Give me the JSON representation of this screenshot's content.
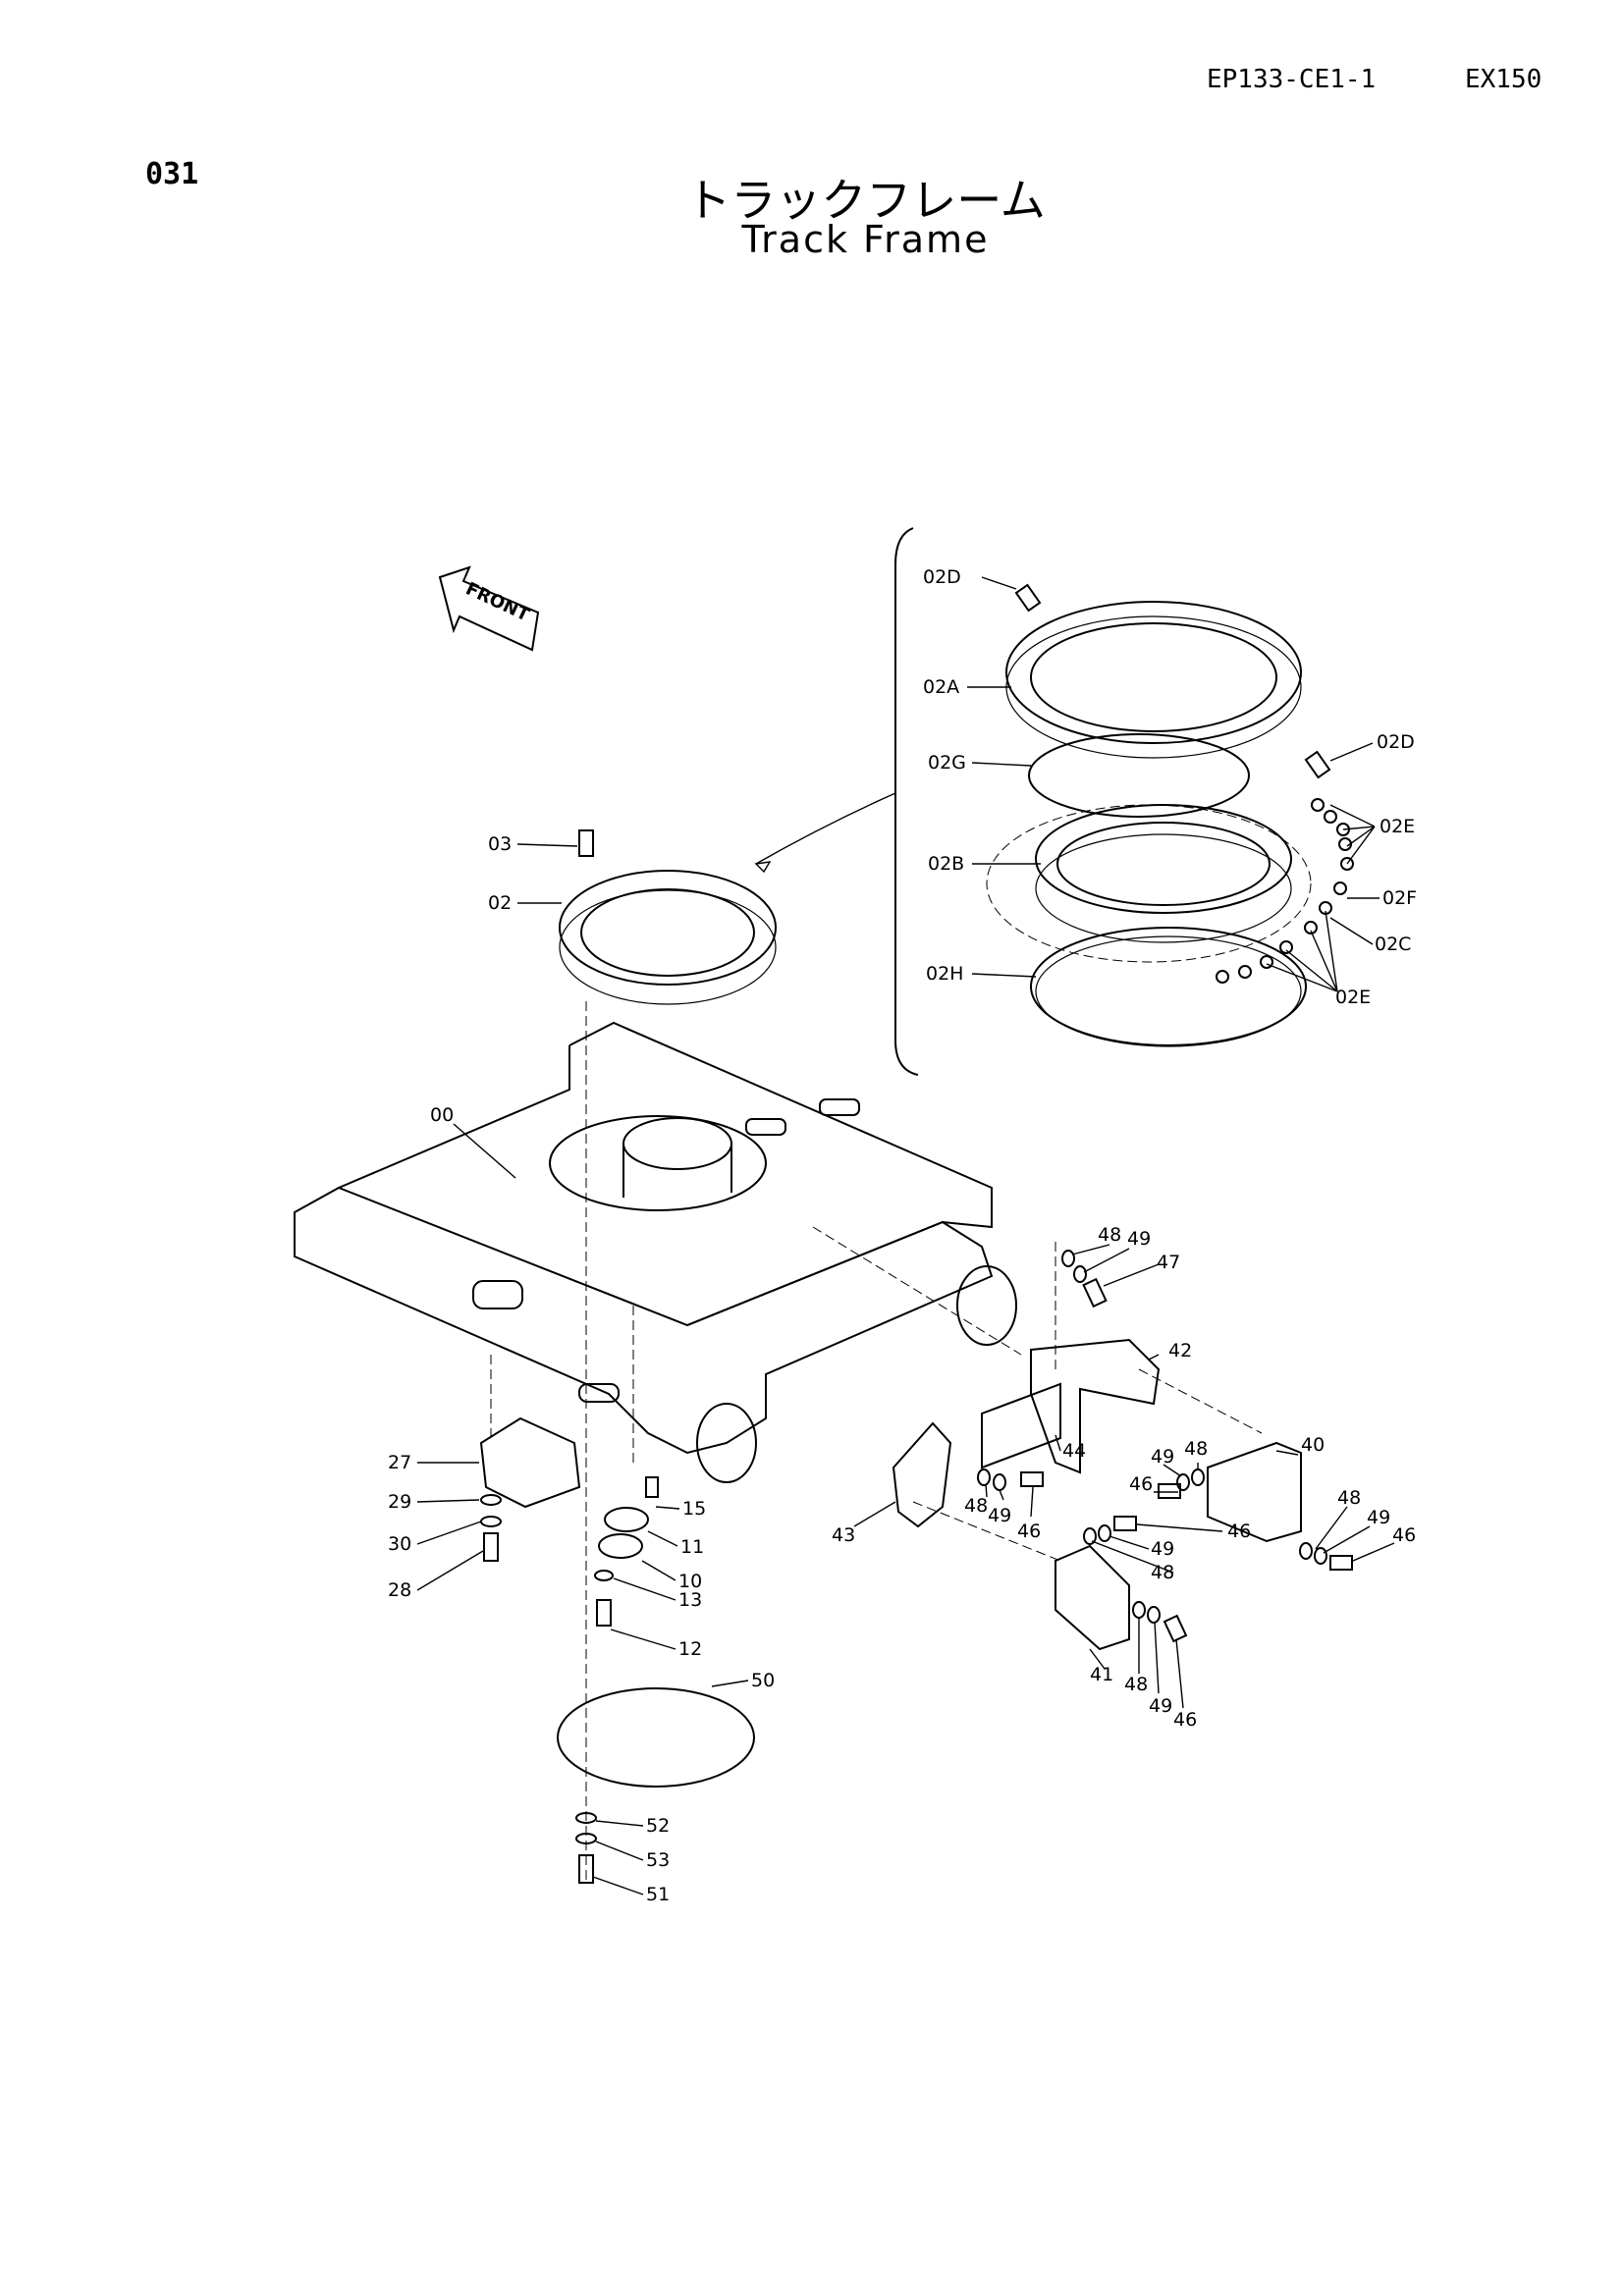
{
  "header": {
    "page_number": "031",
    "doc_code": "EP133-CE1-1",
    "model": "EX150"
  },
  "title": {
    "japanese": "トラックフレーム",
    "english": "Track Frame"
  },
  "front_marker": "FRONT",
  "callouts": {
    "p02D_top": "02D",
    "p02A": "02A",
    "p02G": "02G",
    "p02B": "02B",
    "p02H": "02H",
    "p02D_right": "02D",
    "p02E_top": "02E",
    "p02F": "02F",
    "p02C": "02C",
    "p02E_bottom": "02E",
    "p03": "03",
    "p02": "02",
    "p00": "00",
    "p27": "27",
    "p29": "29",
    "p30": "30",
    "p28": "28",
    "p15": "15",
    "p11": "11",
    "p10": "10",
    "p13": "13",
    "p12": "12",
    "p50": "50",
    "p52": "52",
    "p53": "53",
    "p51": "51",
    "p48_a": "48",
    "p49_a": "49",
    "p47": "47",
    "p42": "42",
    "p40": "40",
    "p44": "44",
    "p48_b": "48",
    "p49_b": "49",
    "p46_b": "46",
    "p48_c": "48",
    "p49_c": "49",
    "p46_c": "46",
    "p43": "43",
    "p46_d": "46",
    "p49_d": "49",
    "p48_d": "48",
    "p48_e": "48",
    "p49_e": "49",
    "p46_e": "46",
    "p41": "41",
    "p48_f": "48",
    "p49_f": "49",
    "p46_f": "46"
  }
}
